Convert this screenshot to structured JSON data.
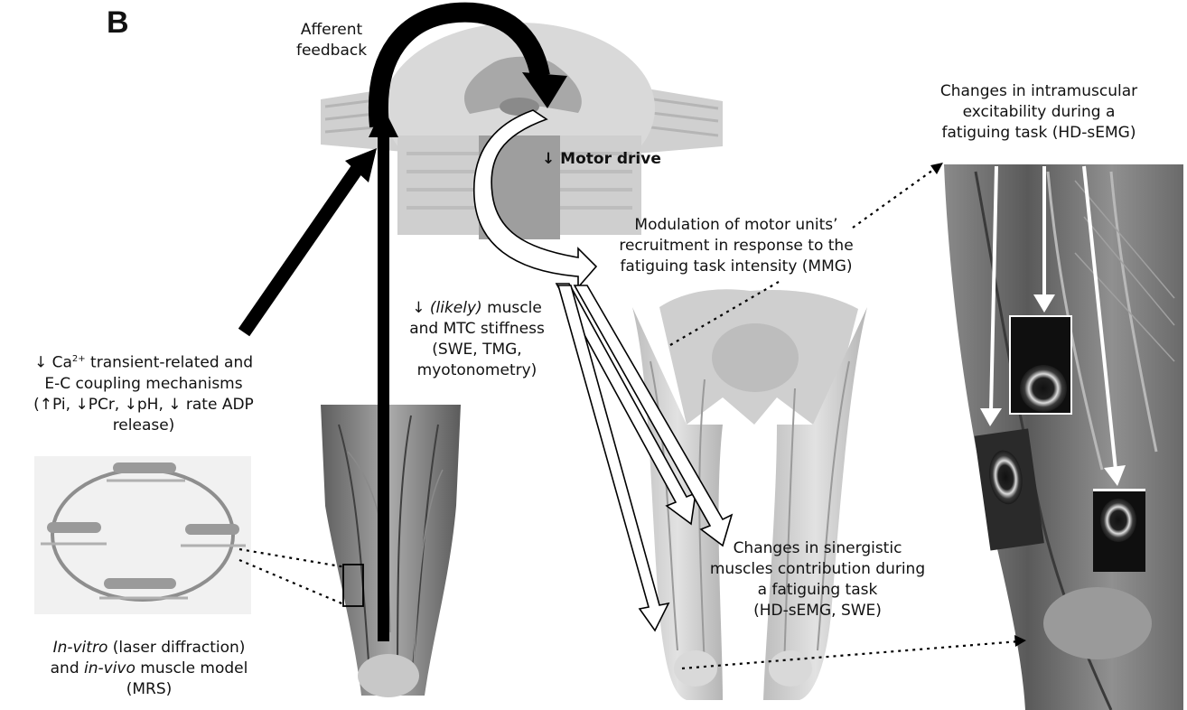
{
  "panel_letter": "B",
  "labels": {
    "afferent_line1": "Afferent",
    "afferent_line2": "feedback",
    "motor_drive": "↓ Motor drive",
    "intramuscular_line1": "Changes in intramuscular",
    "intramuscular_line2": "excitability during a",
    "intramuscular_line3": "fatiguing task (HD-sEMG)",
    "modulation_line1": "Modulation of motor units’",
    "modulation_line2": "recruitment  in response to the",
    "modulation_line3": "fatiguing task intensity (MMG)",
    "stiffness_arrow": "↓ ",
    "stiffness_likely": "(likely)",
    "stiffness_line1_rest": " muscle",
    "stiffness_line2": "and MTC stiffness",
    "stiffness_line3": "(SWE, TMG,",
    "stiffness_line4": "myotonometry)",
    "ca_line1_prefix": "↓ Ca",
    "ca_sup": "2+",
    "ca_line1_rest": " transient-related and",
    "ca_line2": "E-C coupling mechanisms",
    "ca_line3": "(↑Pi,  ↓PCr, ↓pH, ↓ rate ADP",
    "ca_line4": "release)",
    "invitro_italic": "In-vitro",
    "invitro_rest": " (laser diffraction)",
    "invivo_prefix": "and ",
    "invivo_italic": "in-vivo",
    "invivo_rest": "  muscle model",
    "invivo_line3": "(MRS)",
    "synergistic_line1": "Changes in sinergistic",
    "synergistic_line2": "muscles contribution during",
    "synergistic_line3": "a fatiguing task",
    "synergistic_line4": "(HD-sEMG, SWE)"
  },
  "colors": {
    "arrow_black": "#000000",
    "spinal_light": "#d6d6d6",
    "spinal_dark": "#9a9a9a",
    "muscle_light": "#c9c9c9",
    "muscle_dark": "#6f6f6f",
    "text": "#111111"
  }
}
